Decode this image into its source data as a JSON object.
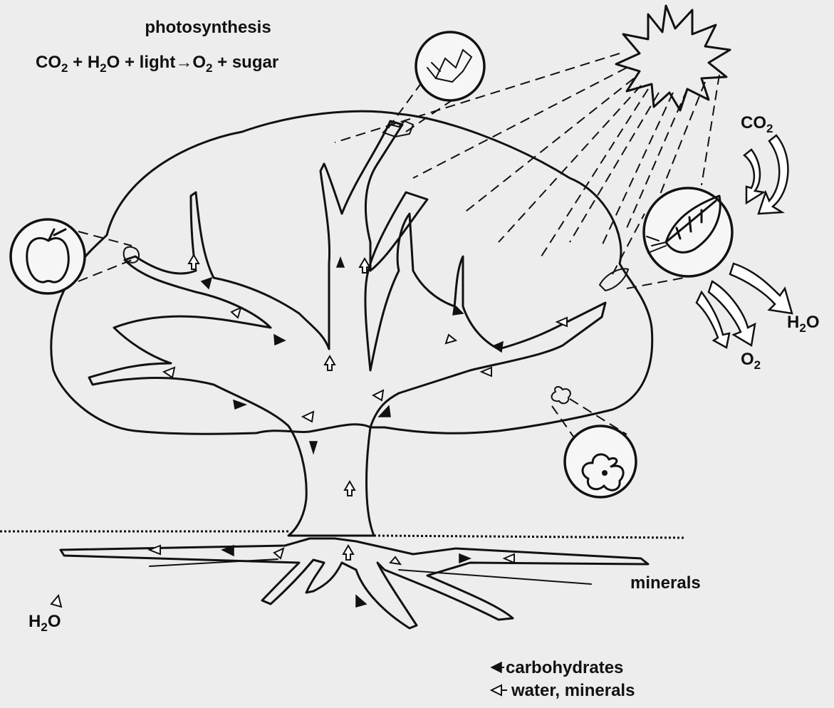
{
  "title": "photosynthesis",
  "equation": {
    "co2": "CO",
    "co2_sub": "2",
    "plus1": "+",
    "h2o": "H",
    "h2o_sub": "2",
    "h2o_end": "O",
    "plus2": "+",
    "light": "light",
    "arrow": "→",
    "o2": "O",
    "o2_sub": "2",
    "plus3": "+",
    "sugar": "sugar"
  },
  "labels": {
    "co2_main": "CO",
    "co2_sub": "2",
    "h2o_right_main": "H",
    "h2o_right_sub": "2",
    "h2o_right_end": "O",
    "o2_right_main": "O",
    "o2_right_sub": "2",
    "minerals": "minerals",
    "h2o_left_main": "H",
    "h2o_left_sub": "2",
    "h2o_left_end": "O"
  },
  "legend": {
    "carbohydrates": "carbohydrates",
    "water_minerals": "water, minerals"
  },
  "icons": [
    "sun-icon",
    "leaf-icon",
    "bud-icon",
    "apple-icon",
    "flower-icon"
  ],
  "colors": {
    "ink": "#111111",
    "background": "#ededed"
  }
}
